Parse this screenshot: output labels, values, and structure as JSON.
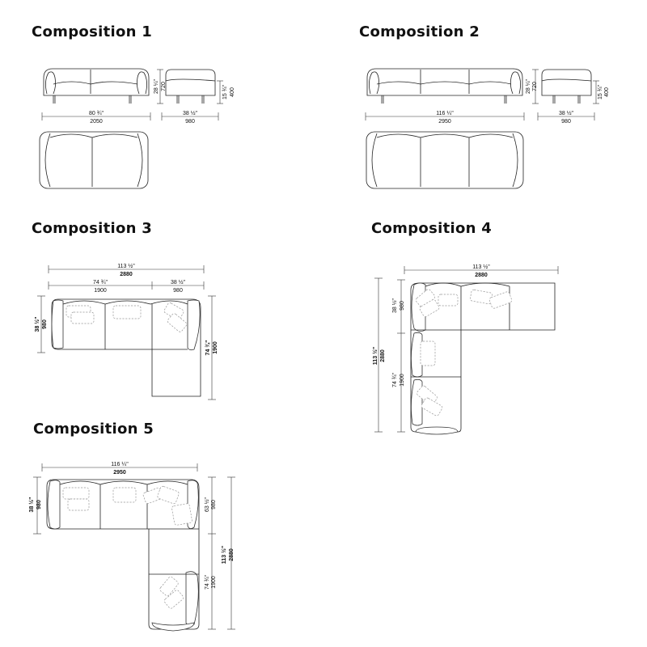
{
  "compositions": [
    {
      "title": "Composition 1",
      "front_width_in": "80 ¾\"",
      "front_width_mm": "2050",
      "height_in": "28 ¼\"",
      "height_mm": "720",
      "side_depth_in": "38 ½\"",
      "side_depth_mm": "980",
      "seat_h_in": "15 ¾\"",
      "seat_h_mm": "400"
    },
    {
      "title": "Composition 2",
      "front_width_in": "116 ¼\"",
      "front_width_mm": "2950",
      "height_in": "28 ¼\"",
      "height_mm": "720",
      "side_depth_in": "38 ½\"",
      "side_depth_mm": "980",
      "seat_h_in": "15 ¾\"",
      "seat_h_mm": "400"
    },
    {
      "title": "Composition 3",
      "total_in": "113 ½\"",
      "total_mm": "2880",
      "sofa_in": "74 ¾\"",
      "sofa_mm": "1900",
      "chaise_in": "38 ½\"",
      "chaise_mm": "980",
      "depth_in": "38 ½\"",
      "depth_mm": "980",
      "chaise_len_in": "74 ¾\"",
      "chaise_len_mm": "1900"
    },
    {
      "title": "Composition 4",
      "total_in": "113 ½\"",
      "total_mm": "2880",
      "depth_in": "38 ½\"",
      "depth_mm": "980",
      "left_total_in": "113 ½\"",
      "left_total_mm": "2880",
      "lower_in": "74 ¾\"",
      "lower_mm": "1900"
    },
    {
      "title": "Composition 5",
      "total_in": "116 ¼\"",
      "total_mm": "2950",
      "depth_in": "38 ½\"",
      "depth_mm": "980",
      "right_upper_in": "63 ½\"",
      "right_upper_mm": "980",
      "right_lower_in": "74 ¾\"",
      "right_lower_mm": "1900",
      "right_total_in": "113 ½\"",
      "right_total_mm": "2880"
    }
  ]
}
